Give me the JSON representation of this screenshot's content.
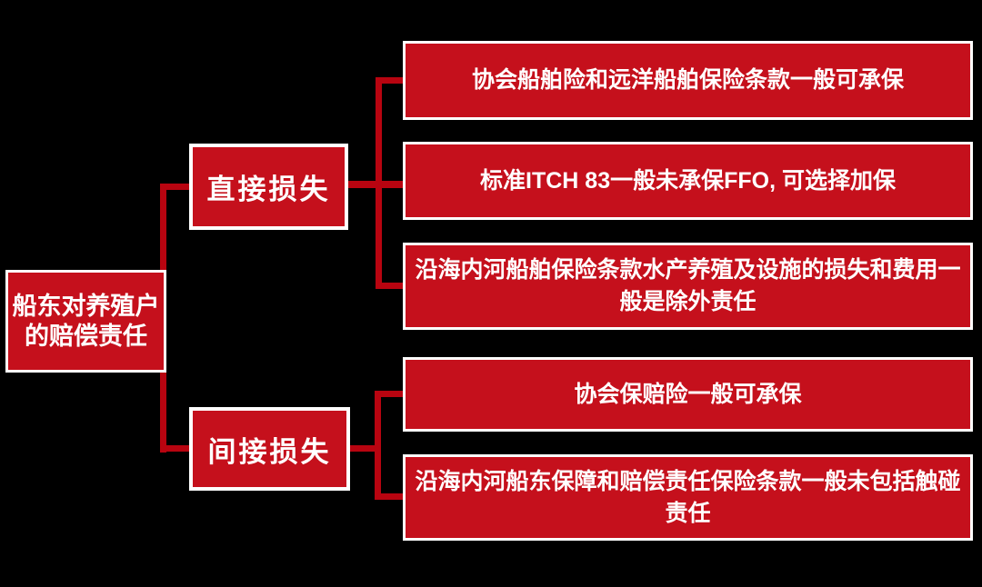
{
  "colors": {
    "background": "#000000",
    "node_fill": "#c5101c",
    "connector": "#b80410",
    "border": "#ffffff",
    "text": "#ffffff"
  },
  "tree": {
    "root": {
      "label": "船东对养殖户\n的赔偿责任"
    },
    "branches": [
      {
        "label": "直接损失",
        "children": [
          "协会船舶险和远洋船舶保险条款一般可承保",
          "标准ITCH 83一般未承保FFO, 可选择加保",
          "沿海内河船舶保险条款水产养殖及设施的损失和费用一般是除外责任"
        ]
      },
      {
        "label": "间接损失",
        "children": [
          "协会保赔险一般可承保",
          "沿海内河船东保障和赔偿责任保险条款一般未包括触碰责任"
        ]
      }
    ]
  }
}
